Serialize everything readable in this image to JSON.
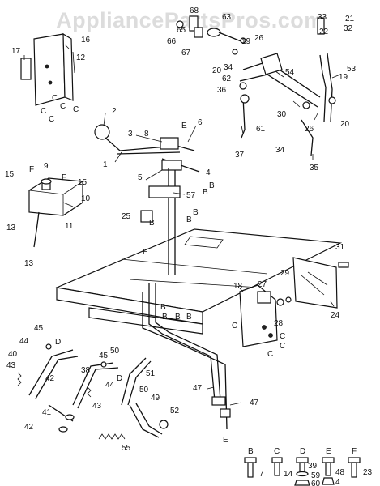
{
  "watermark": "AppliancePartsPros.com",
  "callouts": {
    "n1": "1",
    "n2": "2",
    "n3": "3",
    "n4": "4",
    "n5": "5",
    "n6": "6",
    "n8": "8",
    "n9": "9",
    "n10": "10",
    "n11": "11",
    "n12": "12",
    "n13a": "13",
    "n13b": "13",
    "n15a": "15",
    "n15b": "15",
    "n16": "16",
    "n17": "17",
    "n18": "18",
    "n19a": "19",
    "n19b": "19",
    "n20a": "20",
    "n20b": "20",
    "n21": "21",
    "n22": "22",
    "n24": "24",
    "n25": "25",
    "n26a": "26",
    "n26b": "26",
    "n27": "27",
    "n28": "28",
    "n29": "29",
    "n30": "30",
    "n31": "31",
    "n32": "32",
    "n33": "33",
    "n34a": "34",
    "n34b": "34",
    "n35": "35",
    "n36": "36",
    "n37": "37",
    "n38": "38",
    "n40": "40",
    "n41": "41",
    "n42a": "42",
    "n42b": "42",
    "n43a": "43",
    "n43b": "43",
    "n44a": "44",
    "n44b": "44",
    "n45a": "45",
    "n45b": "45",
    "n47a": "47",
    "n47b": "47",
    "n49": "49",
    "n50a": "50",
    "n50b": "50",
    "n51": "51",
    "n52": "52",
    "n53": "53",
    "n54": "54",
    "n55": "55",
    "n57": "57",
    "n61": "61",
    "n62": "62",
    "n63": "63",
    "n65": "65",
    "n66": "66",
    "n67": "67",
    "n68": "68"
  },
  "letters": {
    "c1": "C",
    "c2": "C",
    "c3": "C",
    "c4": "C",
    "c5": "C",
    "e1": "E",
    "e2": "E",
    "e3": "E",
    "f1": "F",
    "f2": "F",
    "b1": "B",
    "b2": "B",
    "b3": "B",
    "b4": "B",
    "b5": "B",
    "b6": "B",
    "b7": "B",
    "b8": "B",
    "b9": "B",
    "d1": "D",
    "d2": "D",
    "c6": "C",
    "c7": "C",
    "c8": "C",
    "c9": "C"
  },
  "hardware_key": [
    {
      "letter": "B",
      "part": "7"
    },
    {
      "letter": "C",
      "part": "14"
    },
    {
      "letter": "D",
      "part": "39",
      "extra": [
        "59",
        "60"
      ]
    },
    {
      "letter": "E",
      "part": "48",
      "extra": [
        "4"
      ]
    },
    {
      "letter": "F",
      "part": "23"
    }
  ]
}
